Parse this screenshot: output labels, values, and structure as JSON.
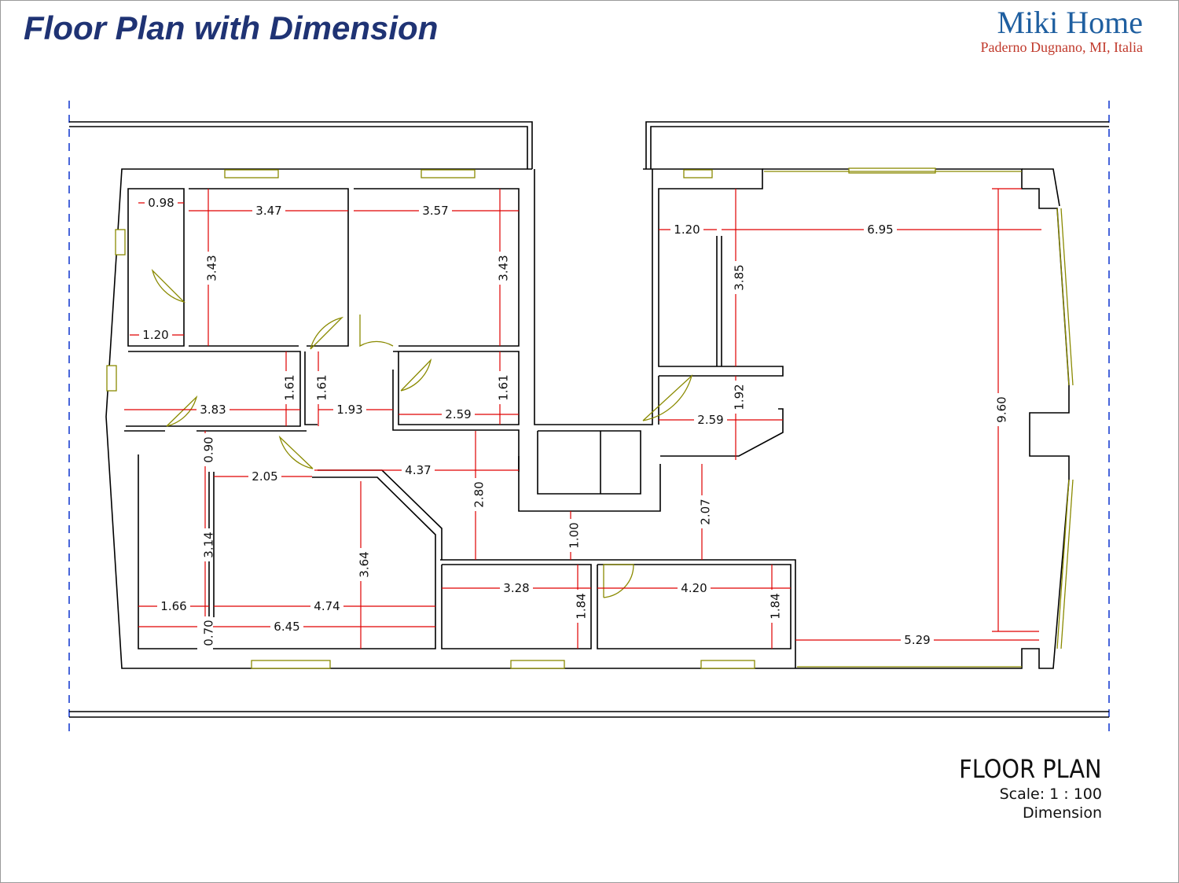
{
  "header": {
    "title": "Floor Plan with Dimension",
    "brand": "Miki Home",
    "location": "Paderno Dugnano, MI, Italia"
  },
  "title_block": {
    "title": "FLOOR PLAN",
    "scale": "Scale: 1 : 100",
    "mode": "Dimension"
  },
  "dimensions": {
    "closet_w": "0.98",
    "closet_bottom": "1.20",
    "bed1_w": "3.47",
    "bed1_h": "3.43",
    "bed2_w": "3.57",
    "bed2_h": "3.43",
    "bath_w": "3.83",
    "bath_h": "1.61",
    "hall_h": "1.61",
    "hall_w": "1.93",
    "wc_w": "2.59",
    "wc_h": "1.61",
    "corridor_w": "4.37",
    "corridor_h": "2.80",
    "gap": "0.90",
    "room3_w": "2.05",
    "room3_h": "3.14",
    "room3_strip": "0.70",
    "left_w": "1.66",
    "room4_w": "4.74",
    "room4_h": "3.64",
    "room_total": "6.45",
    "entry_h": "1.00",
    "small1_w": "3.28",
    "small1_h": "1.84",
    "kitchen_w": "4.20",
    "kitchen_h": "1.84",
    "right_closet_w": "1.20",
    "living_w": "6.95",
    "right_closet_h": "3.85",
    "right_bath_h": "1.92",
    "right_bath_w": "2.59",
    "passage_h": "2.07",
    "living_h": "9.60",
    "living_bottom": "5.29"
  },
  "colors": {
    "title": "#1f3374",
    "brand": "#1f5fa0",
    "location": "#c0392b",
    "dimension": "#e00000",
    "window": "#8a8a00",
    "axis": "#1a3fd1"
  }
}
